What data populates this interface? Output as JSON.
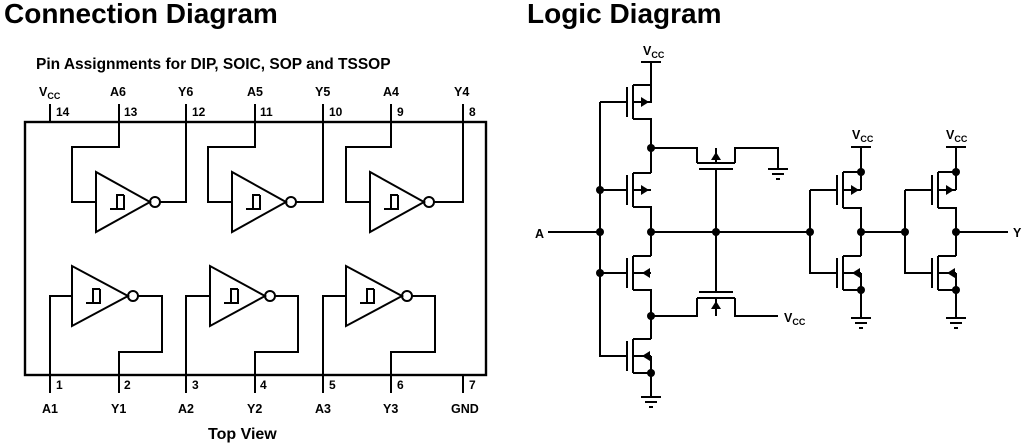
{
  "titles": {
    "connection": "Connection Diagram",
    "logic": "Logic Diagram",
    "pin_subtitle": "Pin Assignments for DIP, SOIC, SOP and TSSOP",
    "view": "Top View"
  },
  "top_pins": [
    {
      "name_main": "V",
      "name_sub": "CC",
      "number": "14"
    },
    {
      "name_main": "A6",
      "name_sub": "",
      "number": "13"
    },
    {
      "name_main": "Y6",
      "name_sub": "",
      "number": "12"
    },
    {
      "name_main": "A5",
      "name_sub": "",
      "number": "11"
    },
    {
      "name_main": "Y5",
      "name_sub": "",
      "number": "10"
    },
    {
      "name_main": "A4",
      "name_sub": "",
      "number": "9"
    },
    {
      "name_main": "Y4",
      "name_sub": "",
      "number": "8"
    }
  ],
  "bottom_pins": [
    {
      "name": "A1",
      "number": "1"
    },
    {
      "name": "Y1",
      "number": "2"
    },
    {
      "name": "A2",
      "number": "3"
    },
    {
      "name": "Y2",
      "number": "4"
    },
    {
      "name": "A3",
      "number": "5"
    },
    {
      "name": "Y3",
      "number": "6"
    },
    {
      "name": "GND",
      "number": "7"
    }
  ],
  "logic": {
    "input": "A",
    "output": "Y",
    "vcc_main": "V",
    "vcc_sub": "CC"
  }
}
